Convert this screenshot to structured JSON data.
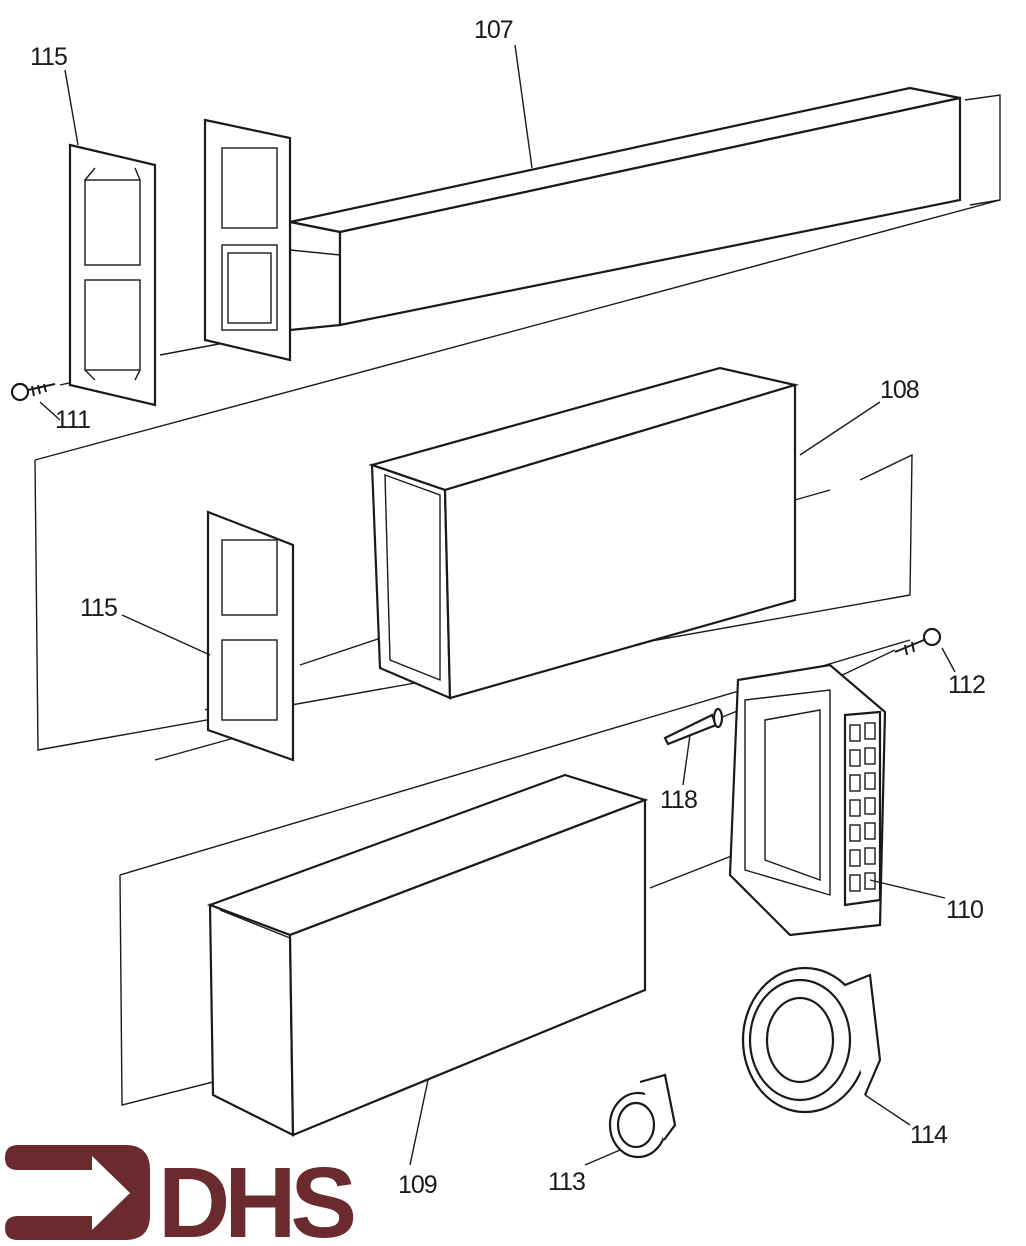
{
  "diagram": {
    "labels": {
      "p107": "107",
      "p108": "108",
      "p109": "109",
      "p110": "110",
      "p111": "111",
      "p112": "112",
      "p113": "113",
      "p114": "114",
      "p115_top": "115",
      "p115_mid": "115",
      "p118": "118"
    },
    "logo": {
      "text": "DHS",
      "color": "#6b2a2e"
    }
  }
}
